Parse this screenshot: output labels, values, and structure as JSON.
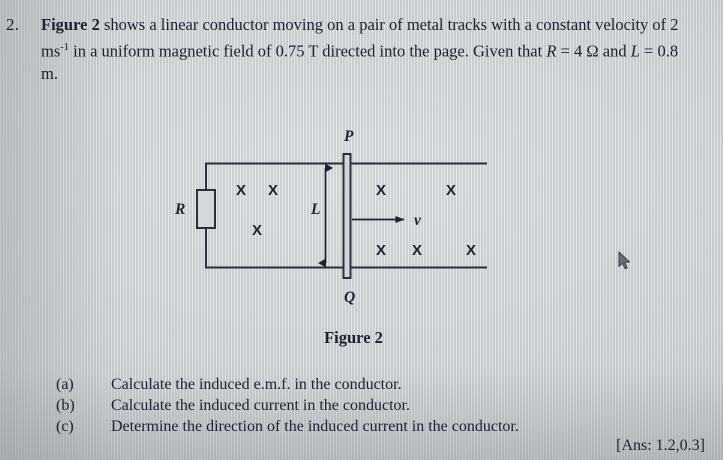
{
  "page": {
    "background_color": "#c9ced1",
    "ink_color": "#1c2230"
  },
  "question": {
    "number": "2.",
    "line1_bold": "Figure 2",
    "line1_rest": " shows a linear conductor moving on a pair of metal tracks with a",
    "line2_a": "constant velocity of 2 ms",
    "line2_sup": "-1",
    "line2_b": " in a uniform magnetic field of 0.75 T directed into",
    "line3_a": "the page. Given   that ",
    "line3_R": "R",
    "line3_b": " = 4 Ω and ",
    "line3_L": "L",
    "line3_c": " = 0.8 m."
  },
  "figure": {
    "caption": "Figure 2",
    "label_P": "P",
    "label_Q": "Q",
    "label_R": "R",
    "label_L": "L",
    "label_v": "v",
    "field_marks": [
      "X",
      "X",
      "X",
      "X",
      "X",
      "X",
      "X",
      "X"
    ],
    "field_direction_note": "into the page"
  },
  "parts": [
    {
      "key": "(a)",
      "text": "Calculate the induced e.m.f. in the conductor."
    },
    {
      "key": "(b)",
      "text": "Calculate the induced current in the conductor."
    },
    {
      "key": "(c)",
      "text": "Determine the direction of the induced current in the conductor."
    }
  ],
  "answer": "[Ans: 1.2,0.3]"
}
